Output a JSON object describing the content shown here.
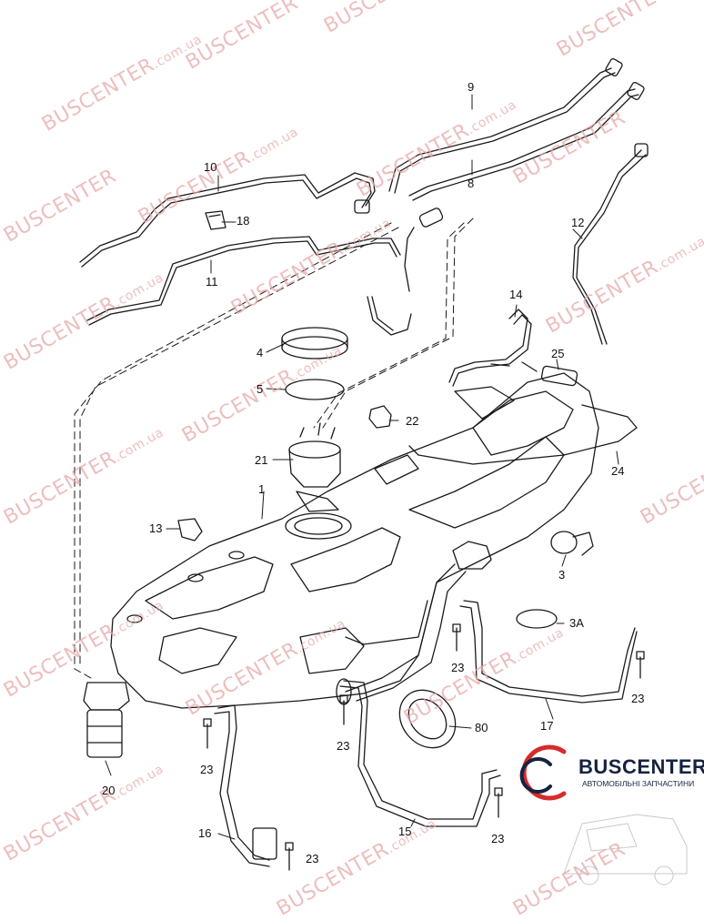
{
  "watermark": {
    "brand": "BUSCENTER",
    "domain": ".com.ua"
  },
  "logo": {
    "title": "BUSCENTER",
    "subtitle": "АВТОМОБІЛЬНІ ЗАПЧАСТИНИ"
  },
  "callouts": {
    "c1": "1",
    "c3": "3",
    "c3a": "3A",
    "c4": "4",
    "c5": "5",
    "c8": "8",
    "c9": "9",
    "c10": "10",
    "c11": "11",
    "c12": "12",
    "c13": "13",
    "c14": "14",
    "c15": "15",
    "c16": "16",
    "c17": "17",
    "c18": "18",
    "c20": "20",
    "c21": "21",
    "c22": "22",
    "c23": "23",
    "c24": "24",
    "c25": "25",
    "c80": "80"
  },
  "colors": {
    "line": "#1a1a1a",
    "watermark": "#e8a9a9",
    "logo_red": "#d62b2b",
    "logo_navy": "#15233f"
  }
}
